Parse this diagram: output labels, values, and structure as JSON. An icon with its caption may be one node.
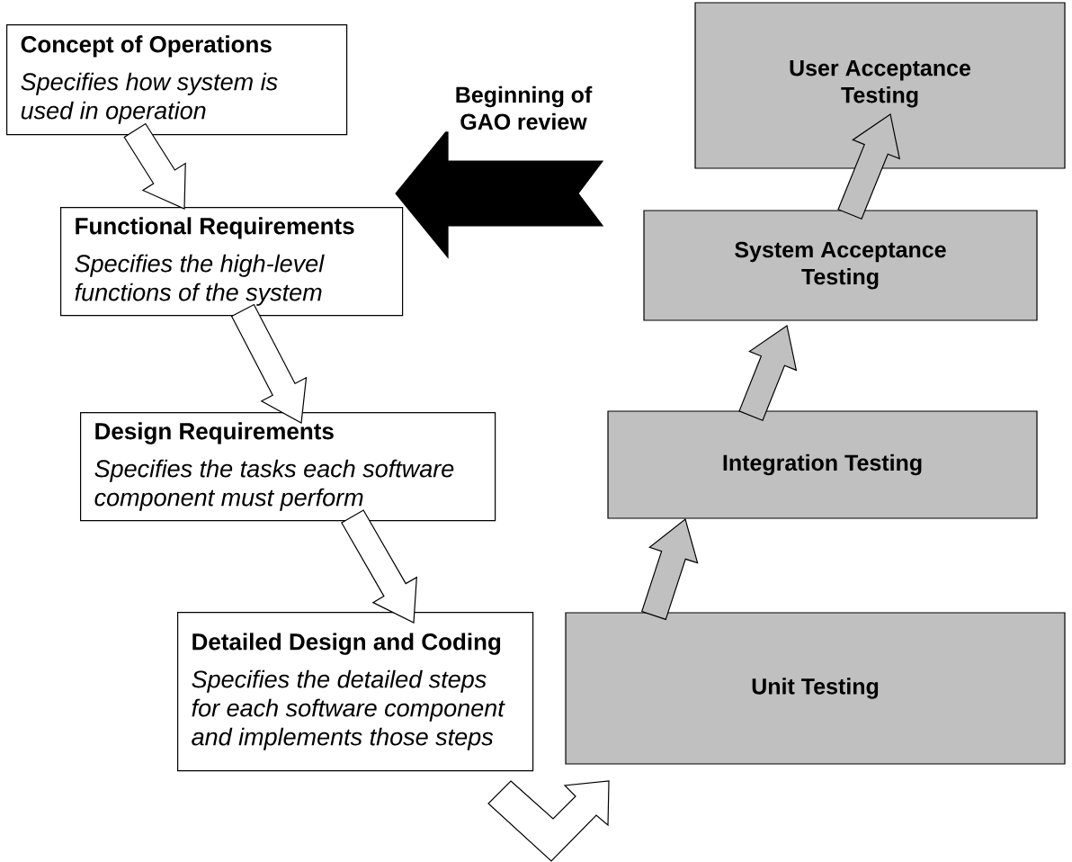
{
  "diagram": {
    "nodes": [
      {
        "text": [
          "Concept of Operations",
          "Specifies how system is used in operation"
        ]
      },
      {
        "text": [
          "Functional Requirements",
          "Specifies the high-level functions of the system"
        ]
      },
      {
        "text": [
          "Design Requirements",
          "Specifies the tasks each software component must perform"
        ]
      },
      {
        "text": [
          "Detailed Design and Coding",
          "Specifies the detailed steps for each software component and implements those steps"
        ]
      },
      {
        "text": [
          "Unit Testing"
        ]
      },
      {
        "text": [
          "Integration Testing"
        ]
      },
      {
        "text": [
          "System Acceptance Testing"
        ]
      },
      {
        "text": [
          "User Acceptance Testing"
        ]
      }
    ],
    "edges": [
      {
        "from": 0,
        "to": 1,
        "arrow": "to"
      },
      {
        "from": 1,
        "to": 2,
        "arrow": "to"
      },
      {
        "from": 2,
        "to": 3,
        "arrow": "to"
      },
      {
        "from": 3,
        "to": 4,
        "arrow": "to"
      },
      {
        "from": 4,
        "to": 5,
        "arrow": "to",
        "color": "#c0c0c0"
      },
      {
        "from": 5,
        "to": 6,
        "arrow": "to",
        "color": "#c0c0c0"
      },
      {
        "from": 6,
        "to": 7,
        "arrow": "to",
        "color": "#c0c0c0"
      },
      {
        "from": null,
        "to": 1,
        "arrow": "to",
        "label": "Beginning of GAO review",
        "color": "#000000"
      }
    ]
  }
}
